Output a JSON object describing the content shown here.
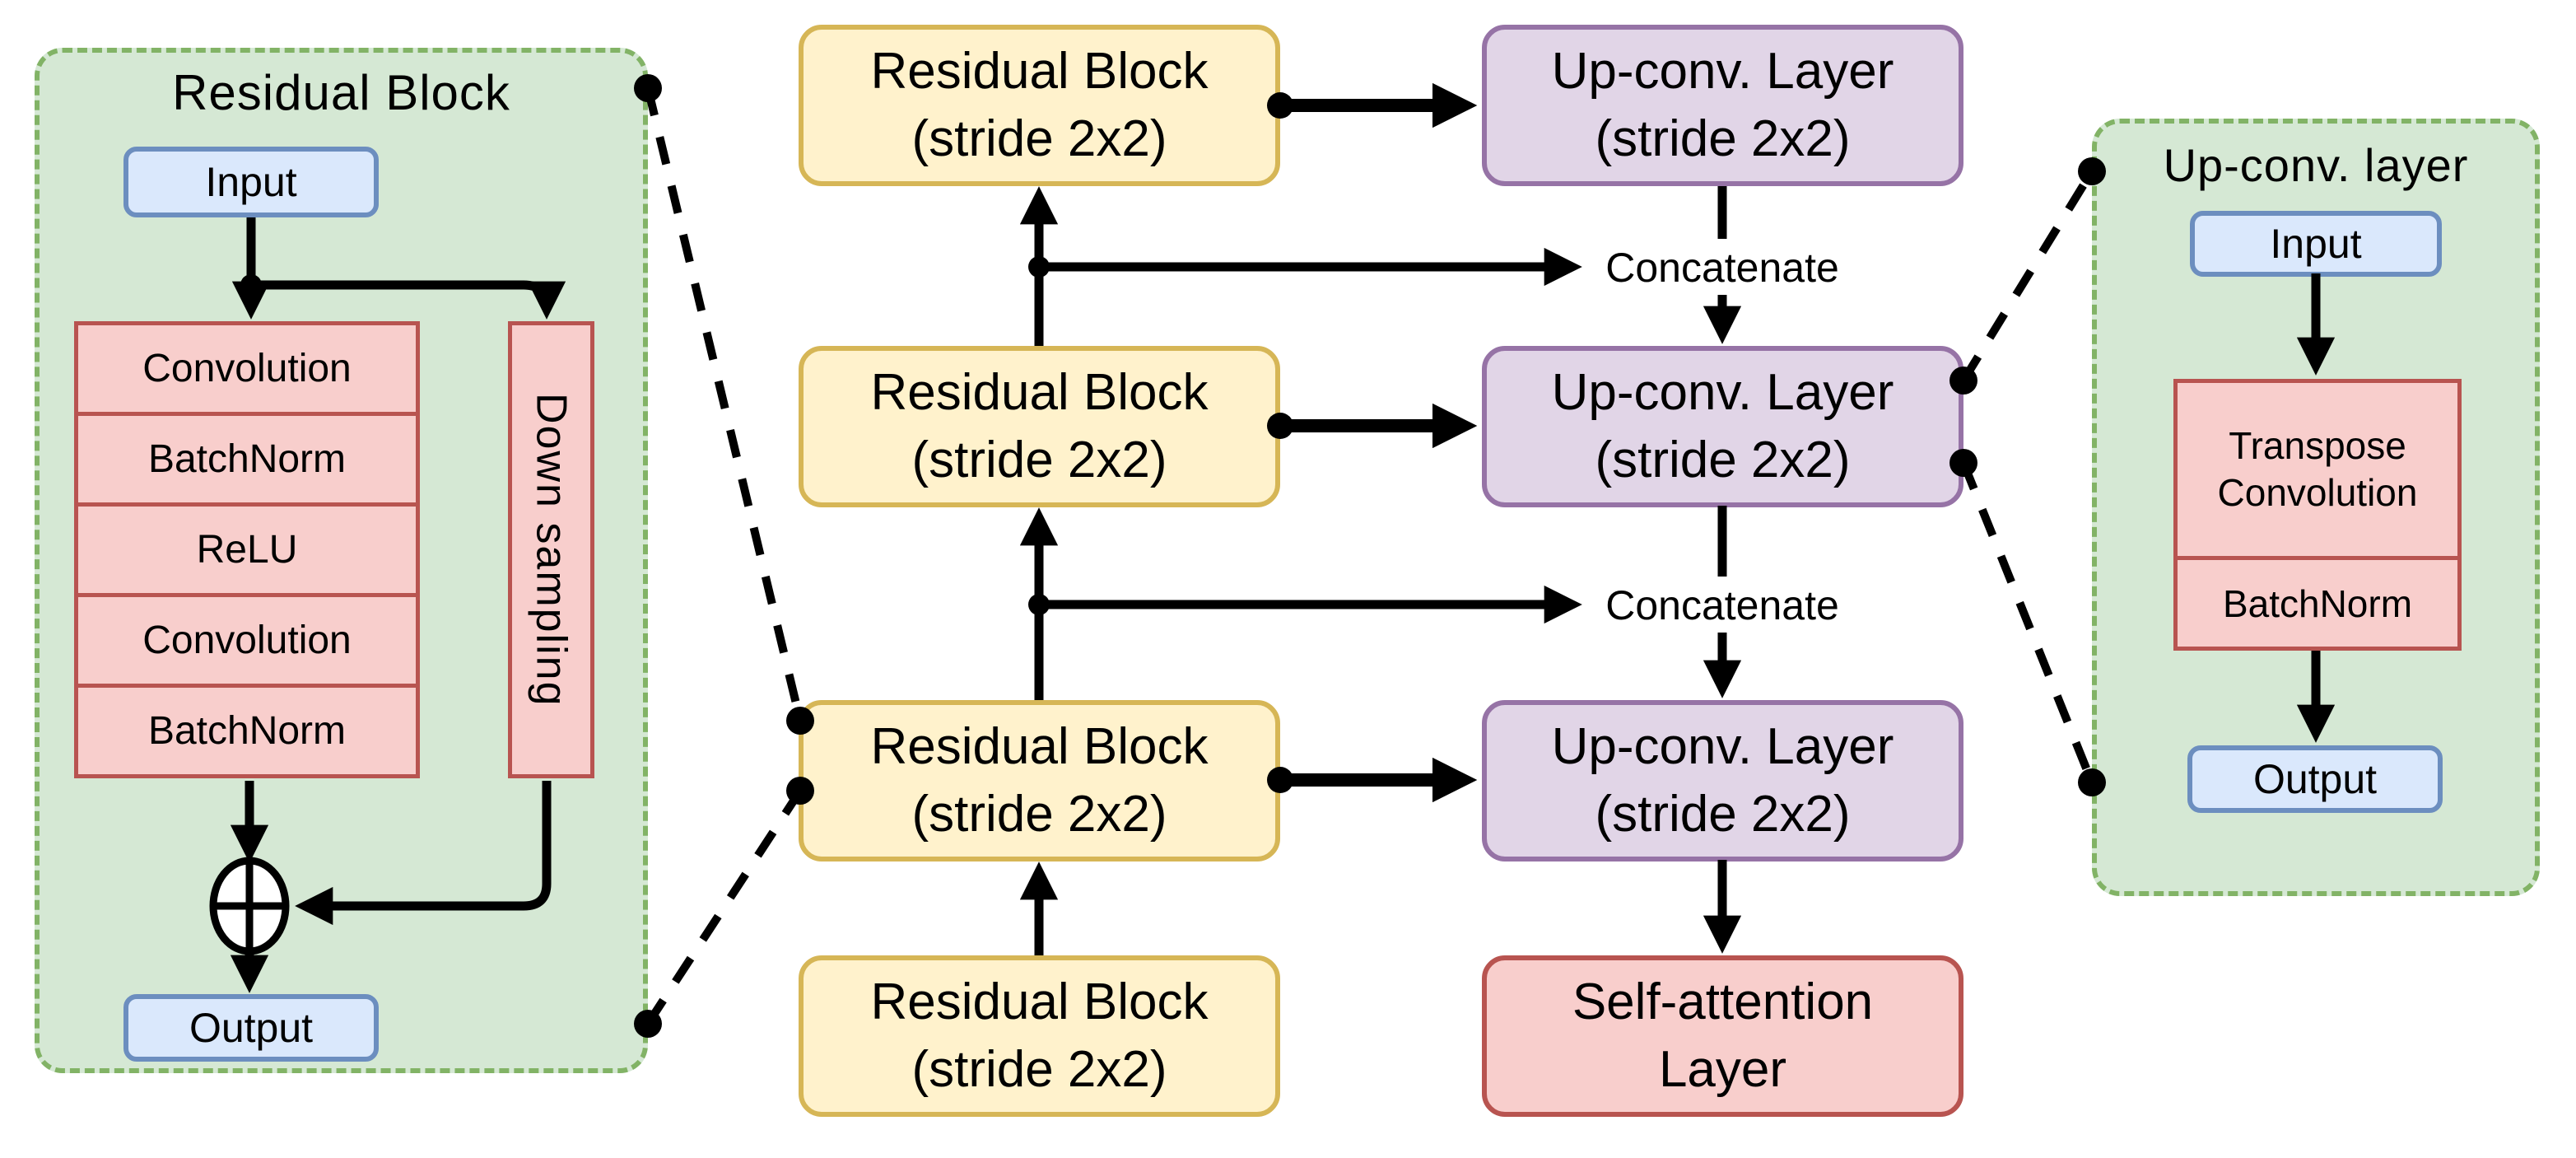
{
  "colors": {
    "panel_fill": "#d5e8d4",
    "panel_border": "#82b366",
    "io_fill": "#dae8fc",
    "io_border": "#6c8ebf",
    "op_fill": "#f8cecc",
    "op_border": "#b85450",
    "residual_fill": "#fff2cc",
    "residual_border": "#d6b656",
    "upconv_fill": "#e1d5e7",
    "upconv_border": "#9673a6",
    "line": "#000000"
  },
  "left_panel": {
    "title": "Residual Block",
    "input": "Input",
    "layers": [
      "Convolution",
      "BatchNorm",
      "ReLU",
      "Convolution",
      "BatchNorm"
    ],
    "side_branch": "Down sampling",
    "sum_icon": "circled-plus",
    "output": "Output"
  },
  "encoder_blocks": [
    {
      "name": "Residual Block",
      "param": "(stride 2x2)"
    },
    {
      "name": "Residual Block",
      "param": "(stride 2x2)"
    },
    {
      "name": "Residual Block",
      "param": "(stride 2x2)"
    },
    {
      "name": "Residual Block",
      "param": "(stride 2x2)"
    }
  ],
  "decoder_blocks": [
    {
      "name": "Up-conv. Layer",
      "param": "(stride 2x2)"
    },
    {
      "name": "Up-conv. Layer",
      "param": "(stride 2x2)"
    },
    {
      "name": "Up-conv. Layer",
      "param": "(stride 2x2)"
    }
  ],
  "skip_labels": [
    "Concatenate",
    "Concatenate"
  ],
  "output_block": {
    "name": "Self-attention",
    "param": "Layer"
  },
  "right_panel": {
    "title": "Up-conv. layer",
    "input": "Input",
    "layers": [
      "Transpose Convolution",
      "BatchNorm"
    ],
    "output": "Output"
  }
}
